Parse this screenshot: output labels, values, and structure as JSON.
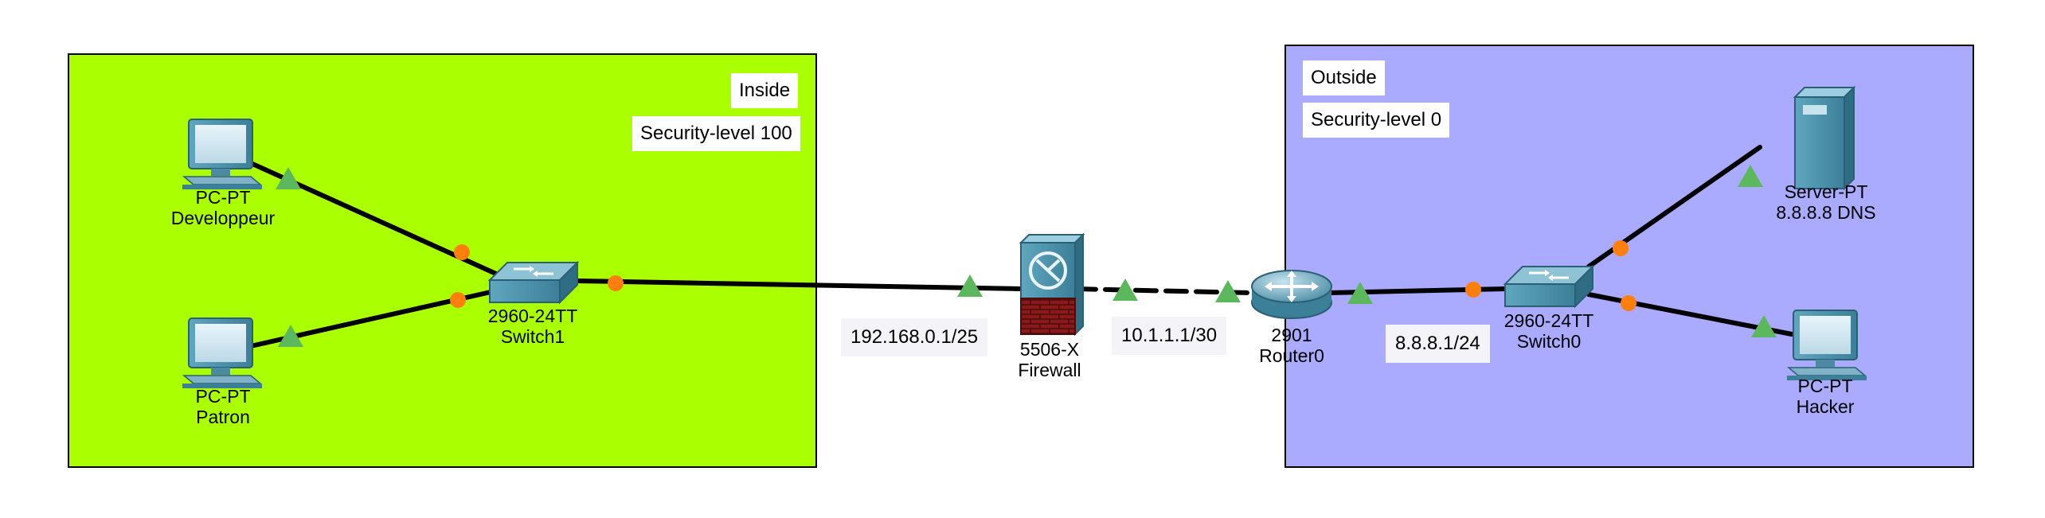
{
  "zones": {
    "inside": {
      "name": "Inside",
      "security": "Security-level 100",
      "fill": "#aaff00"
    },
    "outside": {
      "name": "Outside",
      "security": "Security-level 0",
      "fill": "#aaaaff"
    }
  },
  "devices": {
    "pc_dev": {
      "model": "PC-PT",
      "name": "Developpeur",
      "icon": "pc-icon"
    },
    "pc_patron": {
      "model": "PC-PT",
      "name": "Patron",
      "icon": "pc-icon"
    },
    "switch1": {
      "model": "2960-24TT",
      "name": "Switch1",
      "icon": "switch-icon"
    },
    "firewall": {
      "model": "5506-X",
      "name": "Firewall",
      "icon": "firewall-icon"
    },
    "router0": {
      "model": "2901",
      "name": "Router0",
      "icon": "router-icon"
    },
    "switch0": {
      "model": "2960-24TT",
      "name": "Switch0",
      "icon": "switch-icon"
    },
    "server": {
      "model": "Server-PT",
      "name": "8.8.8.8 DNS",
      "icon": "server-icon"
    },
    "pc_hacker": {
      "model": "PC-PT",
      "name": "Hacker",
      "icon": "pc-icon"
    }
  },
  "network_labels": {
    "inside_ip": "192.168.0.1/25",
    "fw_router_ip": "10.1.1.1/30",
    "outside_ip": "8.8.8.1/24"
  },
  "colors": {
    "link_up_triangle": "#5cb85c",
    "link_port_dot": "#ff7f0e",
    "cable": "#000000"
  }
}
